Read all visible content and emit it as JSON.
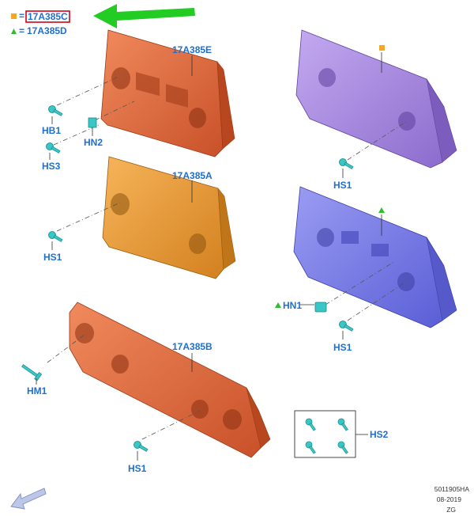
{
  "legend": {
    "square_symbol_color": "#f5a623",
    "triangle_symbol_color": "#2ebd2e",
    "square_part": "17A385C",
    "triangle_part": "17A385D",
    "equals": "="
  },
  "highlight": {
    "box_color": "#d0021b",
    "arrow_color": "#22cc22"
  },
  "parts": {
    "bracket_top_left": "17A385E",
    "bracket_mid_left": "17A385A",
    "bracket_bottom": "17A385B"
  },
  "fasteners": {
    "hb1": "HB1",
    "hn2": "HN2",
    "hs3": "HS3",
    "hs1_top_left": "HS1",
    "hs1_top_right": "HS1",
    "hs1_mid_right": "HS1",
    "hs1_bottom": "HS1",
    "hn1": "HN1",
    "hm1": "HM1",
    "hs2": "HS2"
  },
  "colors": {
    "orange_red": "#e0673a",
    "orange": "#e8952e",
    "purple": "#a585e0",
    "blue_violet": "#7477e6",
    "fastener": "#38c6c6",
    "label": "#1f6fd1"
  },
  "footer": {
    "code": "5011905HA",
    "date": "08-2019",
    "initials": "ZG"
  },
  "icons": {
    "nav_arrow": "back-arrow-icon"
  }
}
